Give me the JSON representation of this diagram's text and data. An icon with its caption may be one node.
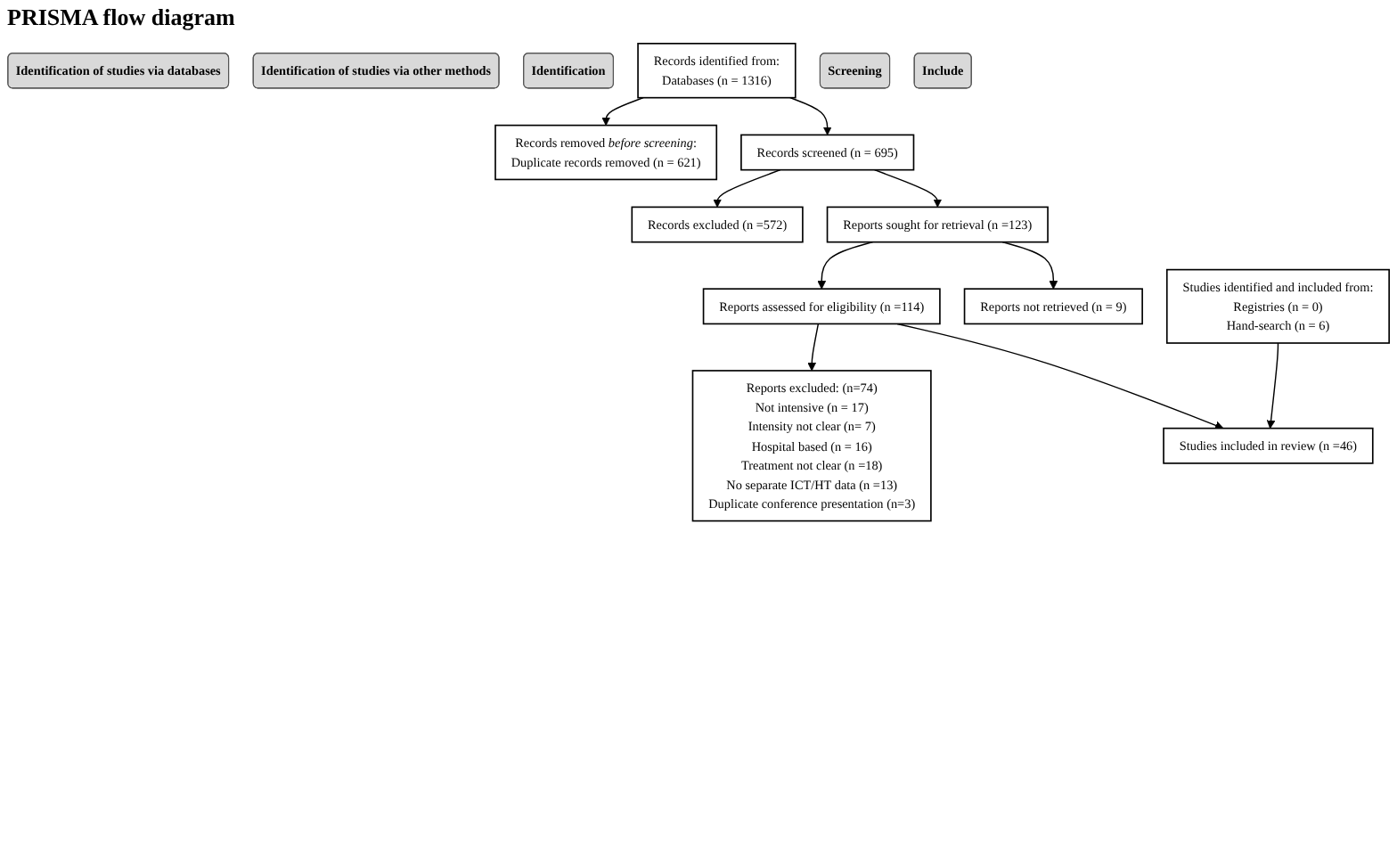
{
  "diagram": {
    "title": "PRISMA flow diagram",
    "nodes": [
      {
        "text": [
          "Identification of studies via databases"
        ]
      },
      {
        "text": [
          "Identification of studies via other methods"
        ]
      },
      {
        "text": [
          "Identification"
        ]
      },
      {
        "text": [
          "Records identified from:",
          "Databases (n = 1316)"
        ]
      },
      {
        "text": [
          "Records removed *before screening*:",
          "Duplicate records removed (n = 621)"
        ]
      },
      {
        "text": [
          "Studies identified and included from:",
          "Registries (n = 0)",
          "Hand-search (n = 6)"
        ]
      },
      {
        "text": [
          "Screening"
        ]
      },
      {
        "text": [
          "Records screened (n = 695)"
        ]
      },
      {
        "text": [
          "Records excluded (n =572)"
        ]
      },
      {
        "text": [
          "Reports sought for retrieval (n =123)"
        ]
      },
      {
        "text": [
          "Reports not retrieved (n = 9)"
        ]
      },
      {
        "text": [
          "Reports assessed for eligibility (n =114)"
        ]
      },
      {
        "text": [
          "Reports excluded: (n=74)",
          "Not intensive (n = 17)",
          "Intensity not clear (n= 7)",
          "Hospital based (n = 16)",
          "Treatment not clear (n =18)",
          "No separate ICT/HT data (n =13)",
          "Duplicate conference presentation (n=3)"
        ]
      },
      {
        "text": [
          "Include"
        ]
      },
      {
        "text": [
          "Studies included in review (n =46)"
        ]
      }
    ],
    "edges": [
      {
        "from": 3,
        "to": 4,
        "arrow": "to"
      },
      {
        "from": 3,
        "to": 7,
        "arrow": "to"
      },
      {
        "from": 7,
        "to": 8,
        "arrow": "to"
      },
      {
        "from": 7,
        "to": 9,
        "arrow": "to"
      },
      {
        "from": 9,
        "to": 10,
        "arrow": "to"
      },
      {
        "from": 9,
        "to": 11,
        "arrow": "to"
      },
      {
        "from": 11,
        "to": 12,
        "arrow": "to"
      },
      {
        "from": 11,
        "to": 14,
        "arrow": "to"
      },
      {
        "from": 5,
        "to": 14,
        "arrow": "to"
      }
    ]
  }
}
